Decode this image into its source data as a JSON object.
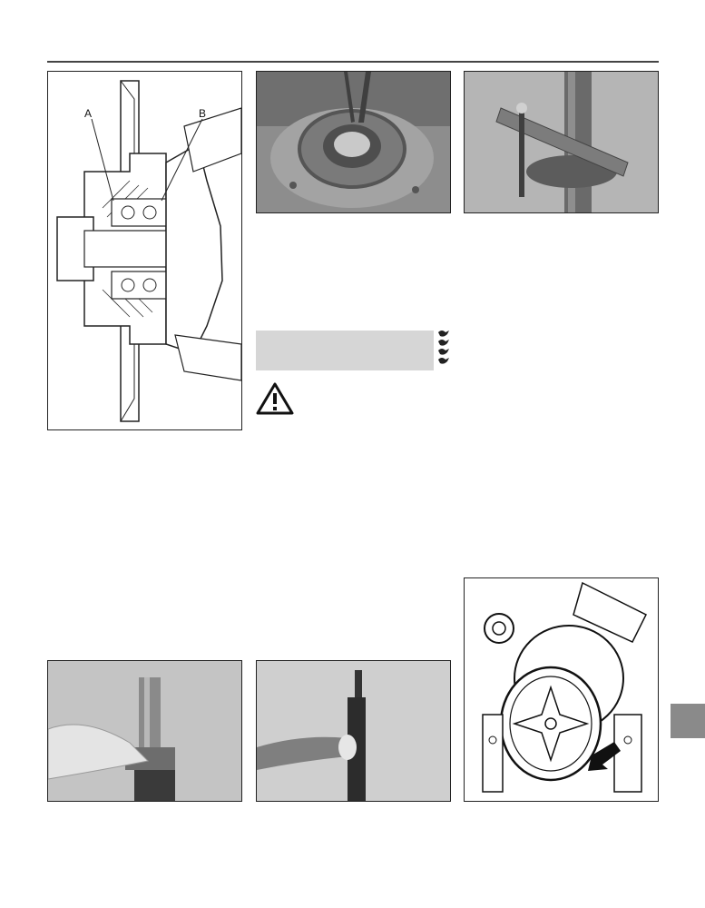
{
  "figure_labels": {
    "label_a": "A",
    "label_b": "B"
  },
  "specification_box": {
    "text": ""
  },
  "icons": {
    "difficulty_icon": "spanner-rating-icon",
    "warning_icon": "warning-triangle-icon",
    "section_tab": "section-tab-marker"
  },
  "colors": {
    "rule": "#444444",
    "grey_box": "#d6d6d6",
    "section_tab": "#8a8a8a"
  }
}
